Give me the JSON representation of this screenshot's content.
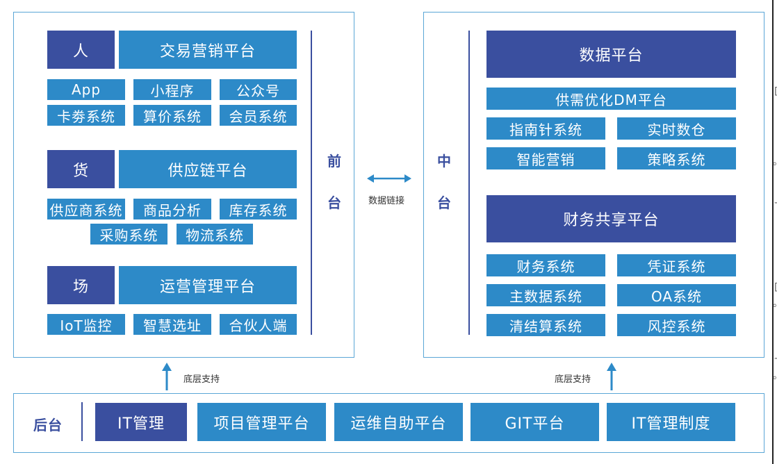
{
  "front": {
    "vertical_label": [
      "前",
      "台"
    ],
    "person": {
      "label": "人",
      "platform": "交易营销平台",
      "items": [
        "App",
        "小程序",
        "公众号",
        "卡劵系统",
        "算价系统",
        "会员系统"
      ]
    },
    "goods": {
      "label": "货",
      "platform": "供应链平台",
      "items": [
        "供应商系统",
        "商品分析",
        "库存系统",
        "采购系统",
        "物流系统"
      ]
    },
    "place": {
      "label": "场",
      "platform": "运营管理平台",
      "items": [
        "IoT监控",
        "智慧选址",
        "合伙人端"
      ]
    }
  },
  "connector": {
    "label": "数据链接"
  },
  "middle": {
    "vertical_label": [
      "中",
      "台"
    ],
    "data_platform": "数据平台",
    "dm_platform": "供需优化DM平台",
    "data_items": [
      "指南针系统",
      "实时数仓",
      "智能营销",
      "策略系统"
    ],
    "finance_platform": "财务共享平台",
    "finance_items": [
      "财务系统",
      "凭证系统",
      "主数据系统",
      "OA系统",
      "清结算系统",
      "风控系统"
    ]
  },
  "support": {
    "left_label": "底层支持",
    "right_label": "底层支持"
  },
  "back": {
    "label": "后台",
    "items": [
      "IT管理",
      "项目管理平台",
      "运维自助平台",
      "GIT平台",
      "IT管理制度"
    ]
  },
  "edge_marks": [
    "[",
    "。",
    "-",
    "[",
    "。",
    "-",
    "。"
  ],
  "colors": {
    "dark": "#3a4f9f",
    "light": "#2d8ac8",
    "border": "#5aa6d6",
    "arrow": "#2d8ac8"
  }
}
